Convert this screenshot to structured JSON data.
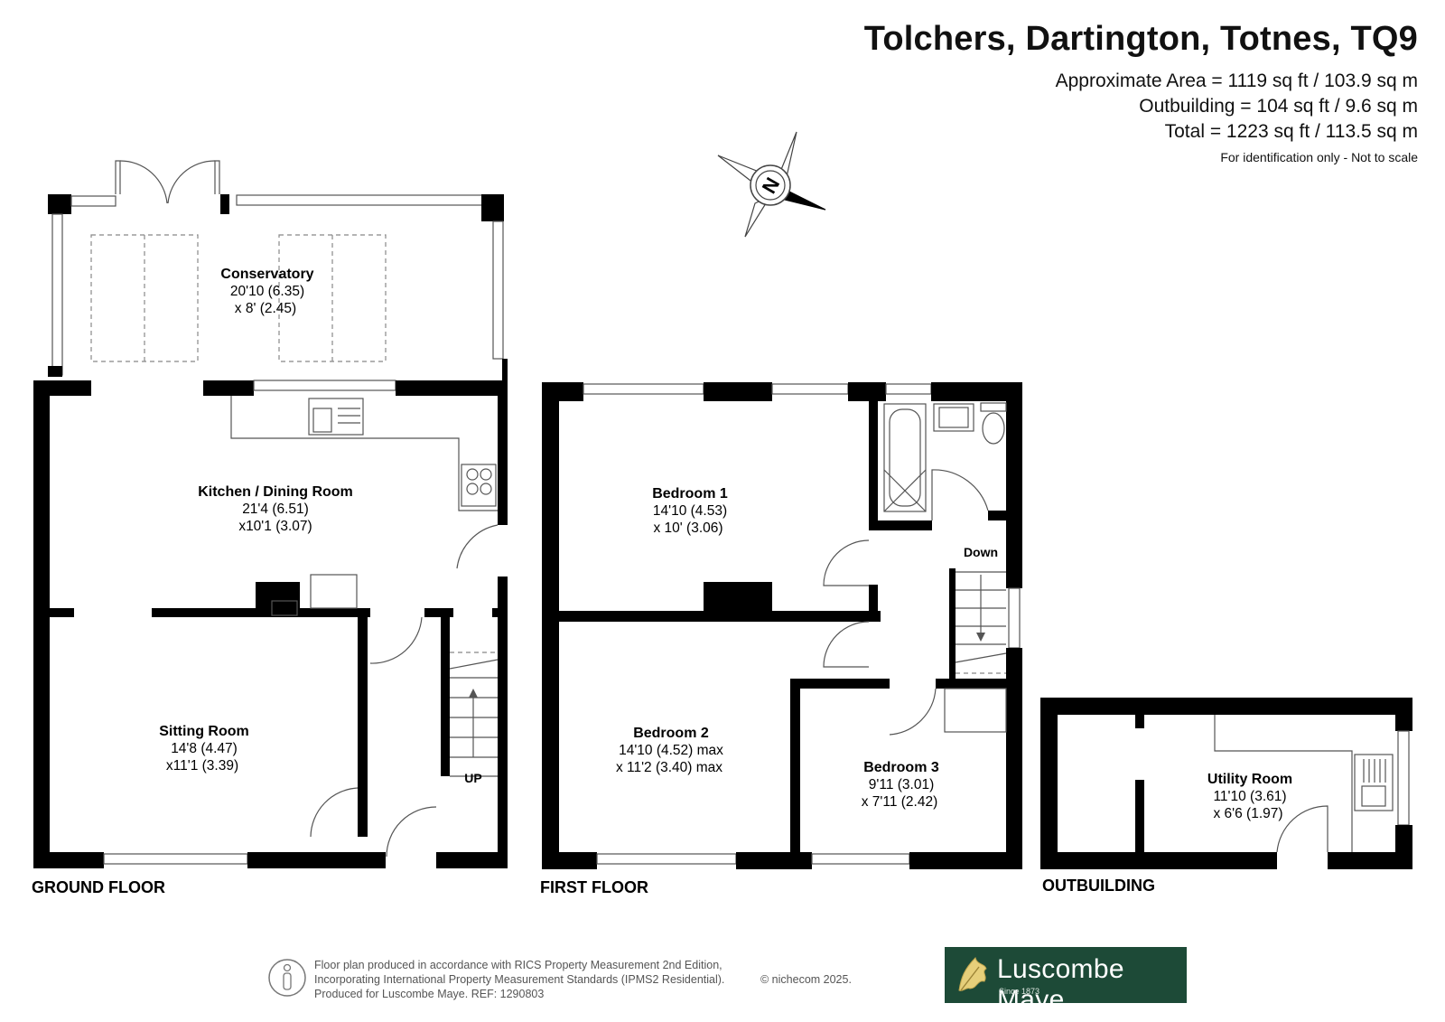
{
  "header": {
    "title": "Tolchers, Dartington, Totnes, TQ9",
    "area_lines": [
      "Approximate Area = 1119 sq ft / 103.9 sq m",
      "Outbuilding = 104 sq ft / 9.6 sq m",
      "Total = 1223 sq ft / 113.5 sq m"
    ],
    "note": "For identification only - Not to scale"
  },
  "compass": {
    "letter": "N",
    "icon": "compass-rose-icon"
  },
  "rooms": {
    "conservatory": {
      "name": "Conservatory",
      "dim1": "20'10 (6.35)",
      "dim2": "x 8' (2.45)"
    },
    "kitchen": {
      "name": "Kitchen / Dining Room",
      "dim1": "21'4 (6.51)",
      "dim2": "x10'1 (3.07)"
    },
    "sitting": {
      "name": "Sitting Room",
      "dim1": "14'8 (4.47)",
      "dim2": "x11'1 (3.39)"
    },
    "bedroom1": {
      "name": "Bedroom 1",
      "dim1": "14'10 (4.53)",
      "dim2": "x 10' (3.06)"
    },
    "bedroom2": {
      "name": "Bedroom 2",
      "dim1": "14'10 (4.52) max",
      "dim2": "x 11'2 (3.40) max"
    },
    "bedroom3": {
      "name": "Bedroom 3",
      "dim1": "9'11 (3.01)",
      "dim2": "x 7'11 (2.42)"
    },
    "utility": {
      "name": "Utility Room",
      "dim1": "11'10 (3.61)",
      "dim2": "x 6'6 (1.97)"
    }
  },
  "stairs": {
    "up": "UP",
    "down": "Down"
  },
  "floors": {
    "ground": "GROUND FLOOR",
    "first": "FIRST FLOOR",
    "outbuilding": "OUTBUILDING"
  },
  "footer": {
    "line1": "Floor plan produced in accordance with RICS Property Measurement 2nd Edition,",
    "line2": "Incorporating International Property Measurement Standards (IPMS2 Residential).",
    "line3": "Produced for Luscombe Maye.   REF: 1290803",
    "copyright": "© nichecom 2025."
  },
  "logo": {
    "brand": "Luscombe Maye",
    "since": "Since 1873",
    "color": "#1d4a37"
  }
}
